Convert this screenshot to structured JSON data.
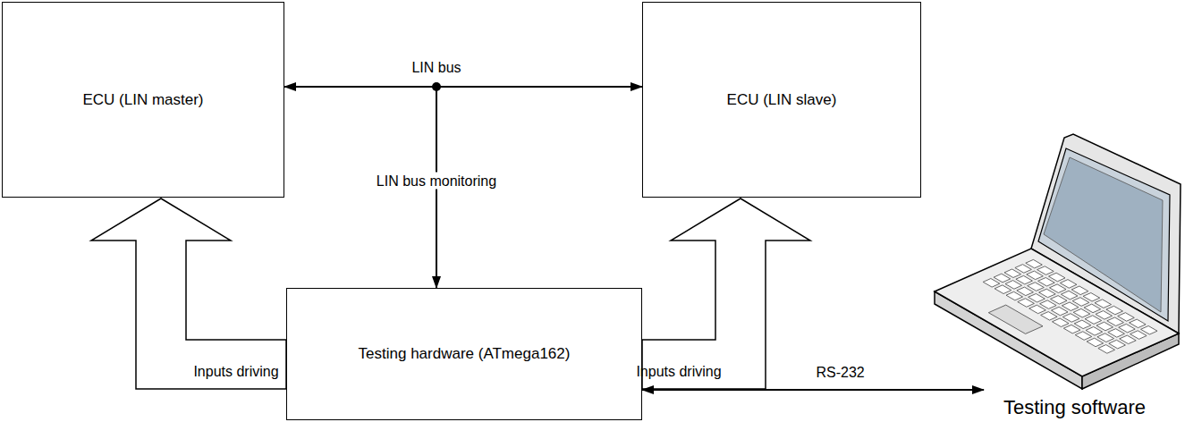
{
  "diagram": {
    "nodes": [
      {
        "text": [
          "ECU (LIN master)"
        ]
      },
      {
        "text": [
          "ECU (LIN slave)"
        ]
      },
      {
        "text": [
          "Testing hardware (ATmega162)"
        ]
      },
      {
        "text": [
          "Testing software"
        ]
      }
    ],
    "edges": [
      {
        "from": 0,
        "to": 1,
        "arrow": "both",
        "label": "LIN bus"
      },
      {
        "from": 0,
        "to": 2,
        "arrow": "to",
        "label": "LIN bus monitoring"
      },
      {
        "from": 2,
        "to": 0,
        "arrow": "to",
        "label": "Inputs driving"
      },
      {
        "from": 2,
        "to": 1,
        "arrow": "to",
        "label": "Inputs driving"
      },
      {
        "from": 2,
        "to": 3,
        "arrow": "both",
        "label": "RS-232"
      }
    ]
  }
}
